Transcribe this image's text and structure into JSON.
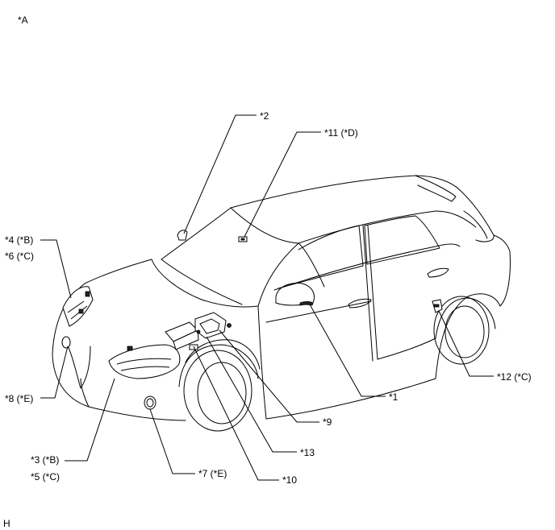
{
  "view_label": "*A",
  "figure_code": "H",
  "callouts": {
    "c1": "*1",
    "c2": "*2",
    "c3": "*3 (*B)",
    "c4": "*4 (*B)",
    "c5": "*5 (*C)",
    "c6": "*6 (*C)",
    "c7": "*7 (*E)",
    "c8": "*8 (*E)",
    "c9": "*9",
    "c10": "*10",
    "c11": "*11 (*D)",
    "c12": "*12 (*C)",
    "c13": "*13"
  }
}
